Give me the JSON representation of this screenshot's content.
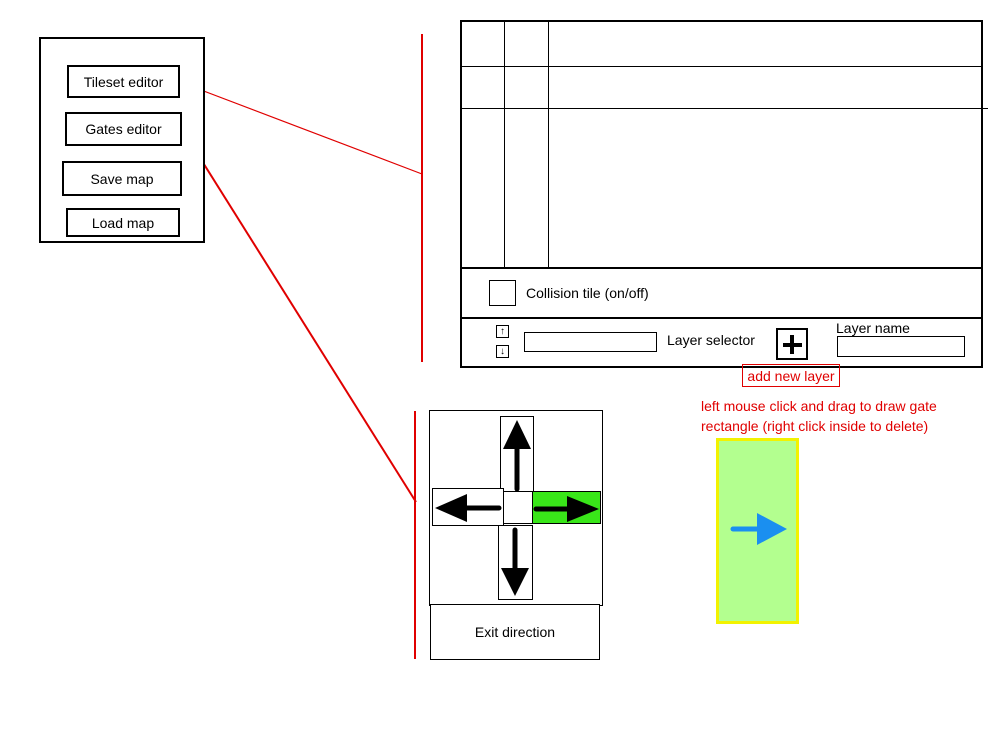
{
  "menu": {
    "tileset_editor_label": "Tileset editor",
    "gates_editor_label": "Gates editor",
    "save_map_label": "Save map",
    "load_map_label": "Load map"
  },
  "tileset_panel": {
    "collision_label": "Collision tile (on/off)",
    "layer_selector_label": "Layer selector",
    "layer_name_label": "Layer name",
    "layer_name_value": "",
    "layer_selector_value": "",
    "add_layer_note": "add new layer",
    "up_glyph": "↑",
    "down_glyph": "↓",
    "plus_glyph": "+"
  },
  "gates_panel": {
    "exit_direction_label": "Exit direction",
    "selected_direction": "right",
    "instruction_line1": "left mouse click and drag to draw gate",
    "instruction_line2": "rectangle (right click inside to delete)"
  },
  "colors": {
    "connector_red": "#e00000",
    "selected_green": "#39e619",
    "gate_fill": "#b3ff8f",
    "gate_border": "#f2f200",
    "gate_arrow": "#1a8ff0"
  }
}
